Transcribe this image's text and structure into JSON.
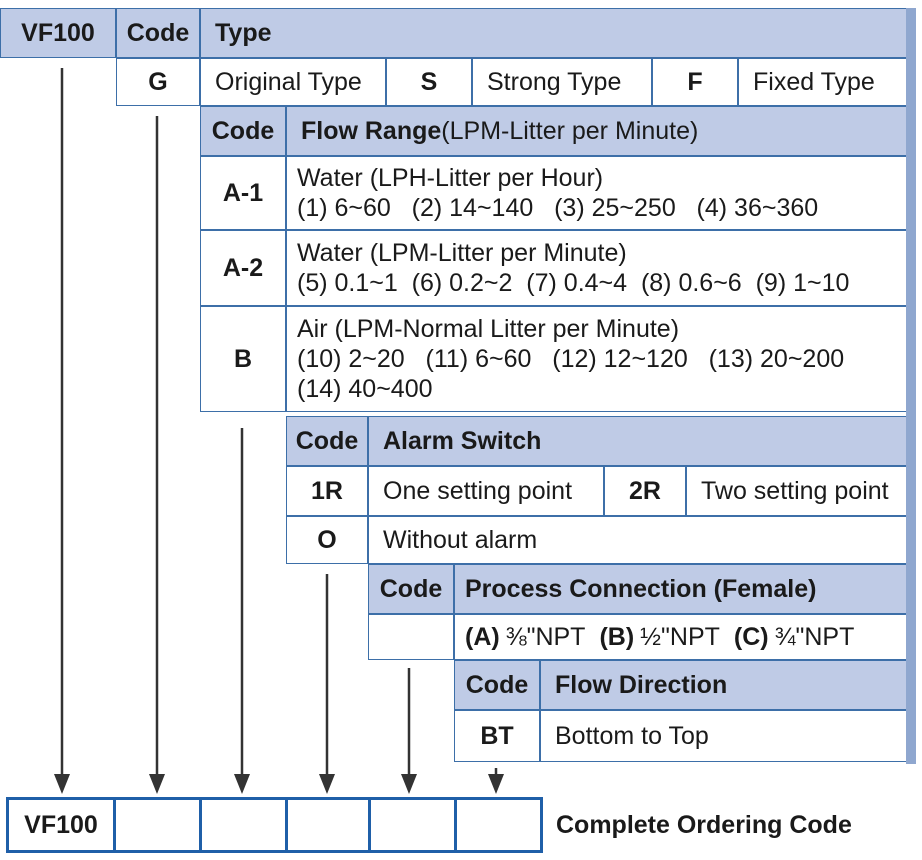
{
  "header": {
    "model": "VF100",
    "code": "Code",
    "type": "Type"
  },
  "type_options": [
    {
      "code": "G",
      "label": "Original Type"
    },
    {
      "code": "S",
      "label": "Strong Type"
    },
    {
      "code": "F",
      "label": "Fixed Type"
    }
  ],
  "flow_range": {
    "code_header": "Code",
    "title_bold": "Flow Range",
    "title_rest": "(LPM-Litter per Minute)",
    "rows": [
      {
        "code": "A-1",
        "line1": "Water (LPH-Litter per Hour)",
        "line2": "(1) 6~60   (2) 14~140   (3) 25~250   (4) 36~360",
        "line3": ""
      },
      {
        "code": "A-2",
        "line1": "Water (LPM-Litter per Minute)",
        "line2": "(5) 0.1~1  (6) 0.2~2  (7) 0.4~4  (8) 0.6~6  (9) 1~10",
        "line3": ""
      },
      {
        "code": "B",
        "line1": "Air (LPM-Normal Litter per Minute)",
        "line2": "(10) 2~20   (11) 6~60   (12) 12~120   (13) 20~200",
        "line3": "(14) 40~400"
      }
    ]
  },
  "alarm": {
    "code_header": "Code",
    "title": "Alarm Switch",
    "options": [
      {
        "code": "1R",
        "label": "One setting point"
      },
      {
        "code": "2R",
        "label": "Two setting point"
      },
      {
        "code": "O",
        "label": "Without alarm"
      }
    ]
  },
  "connection": {
    "code_header": "Code",
    "title": "Process Connection (Female)",
    "options": [
      {
        "code": "(A)",
        "label": "⅜\"NPT"
      },
      {
        "code": "(B)",
        "label": "½\"NPT"
      },
      {
        "code": "(C)",
        "label": "¾\"NPT"
      }
    ]
  },
  "direction": {
    "code_header": "Code",
    "title": "Flow Direction",
    "options": [
      {
        "code": "BT",
        "label": "Bottom to Top"
      }
    ]
  },
  "ordering": {
    "model": "VF100",
    "label": "Complete Ordering Code"
  },
  "colors": {
    "header_bg": "#bfcbe6",
    "border": "#3d6fa8",
    "box_border": "#1f5fa8",
    "arrow": "#333333"
  }
}
